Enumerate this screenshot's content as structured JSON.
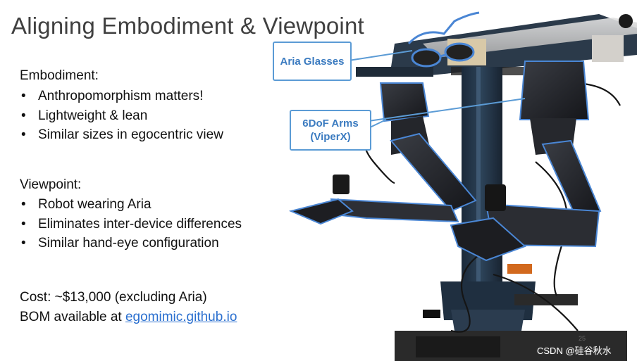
{
  "slide": {
    "title": "Aligning Embodiment & Viewpoint",
    "embodiment": {
      "heading": "Embodiment:",
      "items": [
        "Anthropomorphism matters!",
        "Lightweight & lean",
        "Similar sizes in egocentric view"
      ]
    },
    "viewpoint": {
      "heading": "Viewpoint:",
      "items": [
        "Robot wearing Aria",
        "Eliminates inter-device differences",
        "Similar hand-eye configuration"
      ]
    },
    "cost": {
      "label": "Cost:",
      "value": " ~$13,000 (excluding Aria)"
    },
    "bom": {
      "text": "BOM available at ",
      "link": "egomimic.github.io"
    },
    "callouts": {
      "aria": "Aria Glasses",
      "arms_line1": "6DoF Arms",
      "arms_line2": "(ViperX)"
    },
    "page_number": "25",
    "watermark": "CSDN @硅谷秋水"
  },
  "colors": {
    "title_text": "#404040",
    "body_text": "#111111",
    "link": "#2a6fcf",
    "callout": "#5b9bd5",
    "robot_dark": "#1e1f22",
    "aluminum": "#c9c9c9"
  }
}
